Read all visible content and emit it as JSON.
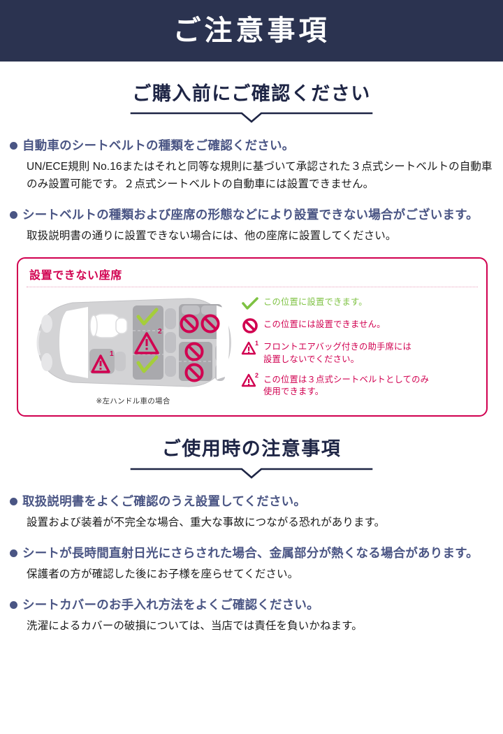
{
  "banner": {
    "title": "ご注意事項"
  },
  "sections": [
    {
      "heading": "ご購入前にご確認ください",
      "bullets": [
        {
          "heading": "自動車のシートベルトの種類をご確認ください。",
          "body": "UN/ECE規則 No.16またはそれと同等な規則に基づいて承認された３点式シートベルトの自動車のみ設置可能です。２点式シートベルトの自動車には設置できません。"
        },
        {
          "heading": "シートベルトの種類および座席の形態などにより設置できない場合がございます。",
          "body": "取扱説明書の通りに設置できない場合には、他の座席に設置してください。"
        }
      ]
    },
    {
      "heading": "ご使用時の注意事項",
      "bullets": [
        {
          "heading": "取扱説明書をよくご確認のうえ設置してください。",
          "body": "設置および装着が不完全な場合、重大な事故につながる恐れがあります。"
        },
        {
          "heading": "シートが長時間直射日光にさらされた場合、金属部分が熱くなる場合があります。",
          "body": "保護者の方が確認した後にお子様を座らせてください。"
        },
        {
          "heading": "シートカバーのお手入れ方法をよくご確認ください。",
          "body": "洗濯によるカバーの破損については、当店では責任を負いかねます。"
        }
      ]
    }
  ],
  "diagram": {
    "title": "設置できない座席",
    "caption": "※左ハンドル車の場合",
    "legend": [
      {
        "icon": "check-icon",
        "text": "この位置に設置できます。",
        "color": "#7ec242"
      },
      {
        "icon": "prohibition-icon",
        "text": "この位置には設置できません。",
        "color": "#d10050"
      },
      {
        "icon": "warning-triangle-1-icon",
        "text": "フロントエアバッグ付きの助手席には\n設置しないでください。",
        "text_line1": "フロントエアバッグ付きの助手席には",
        "text_line2": "設置しないでください。",
        "superscript": "1",
        "color": "#d10050"
      },
      {
        "icon": "warning-triangle-2-icon",
        "text": "この位置は３点式シートベルトとしてのみ\n使用できます。",
        "text_line1": "この位置は３点式シートベルトとしてのみ",
        "text_line2": "使用できます。",
        "superscript": "2",
        "color": "#d10050"
      }
    ],
    "car_markers": [
      {
        "position": "front-passenger",
        "icon": "warning-triangle-icon",
        "superscript": "1"
      },
      {
        "position": "middle-row-left",
        "icon": "check-icon"
      },
      {
        "position": "middle-row-center",
        "icon": "warning-triangle-icon",
        "superscript": "2"
      },
      {
        "position": "middle-row-right",
        "icon": "check-icon"
      },
      {
        "position": "rear-row-1-left",
        "icon": "prohibition-icon"
      },
      {
        "position": "rear-row-1-right",
        "icon": "prohibition-icon"
      },
      {
        "position": "rear-row-2",
        "icon": "prohibition-icon"
      },
      {
        "position": "rear-row-3",
        "icon": "prohibition-icon"
      }
    ]
  },
  "colors": {
    "banner_bg": "#2b3350",
    "heading_navy": "#1e2545",
    "bullet_navy": "#4a5584",
    "crimson": "#d10050",
    "green": "#7ec242",
    "body_text": "#1a1a1a"
  }
}
